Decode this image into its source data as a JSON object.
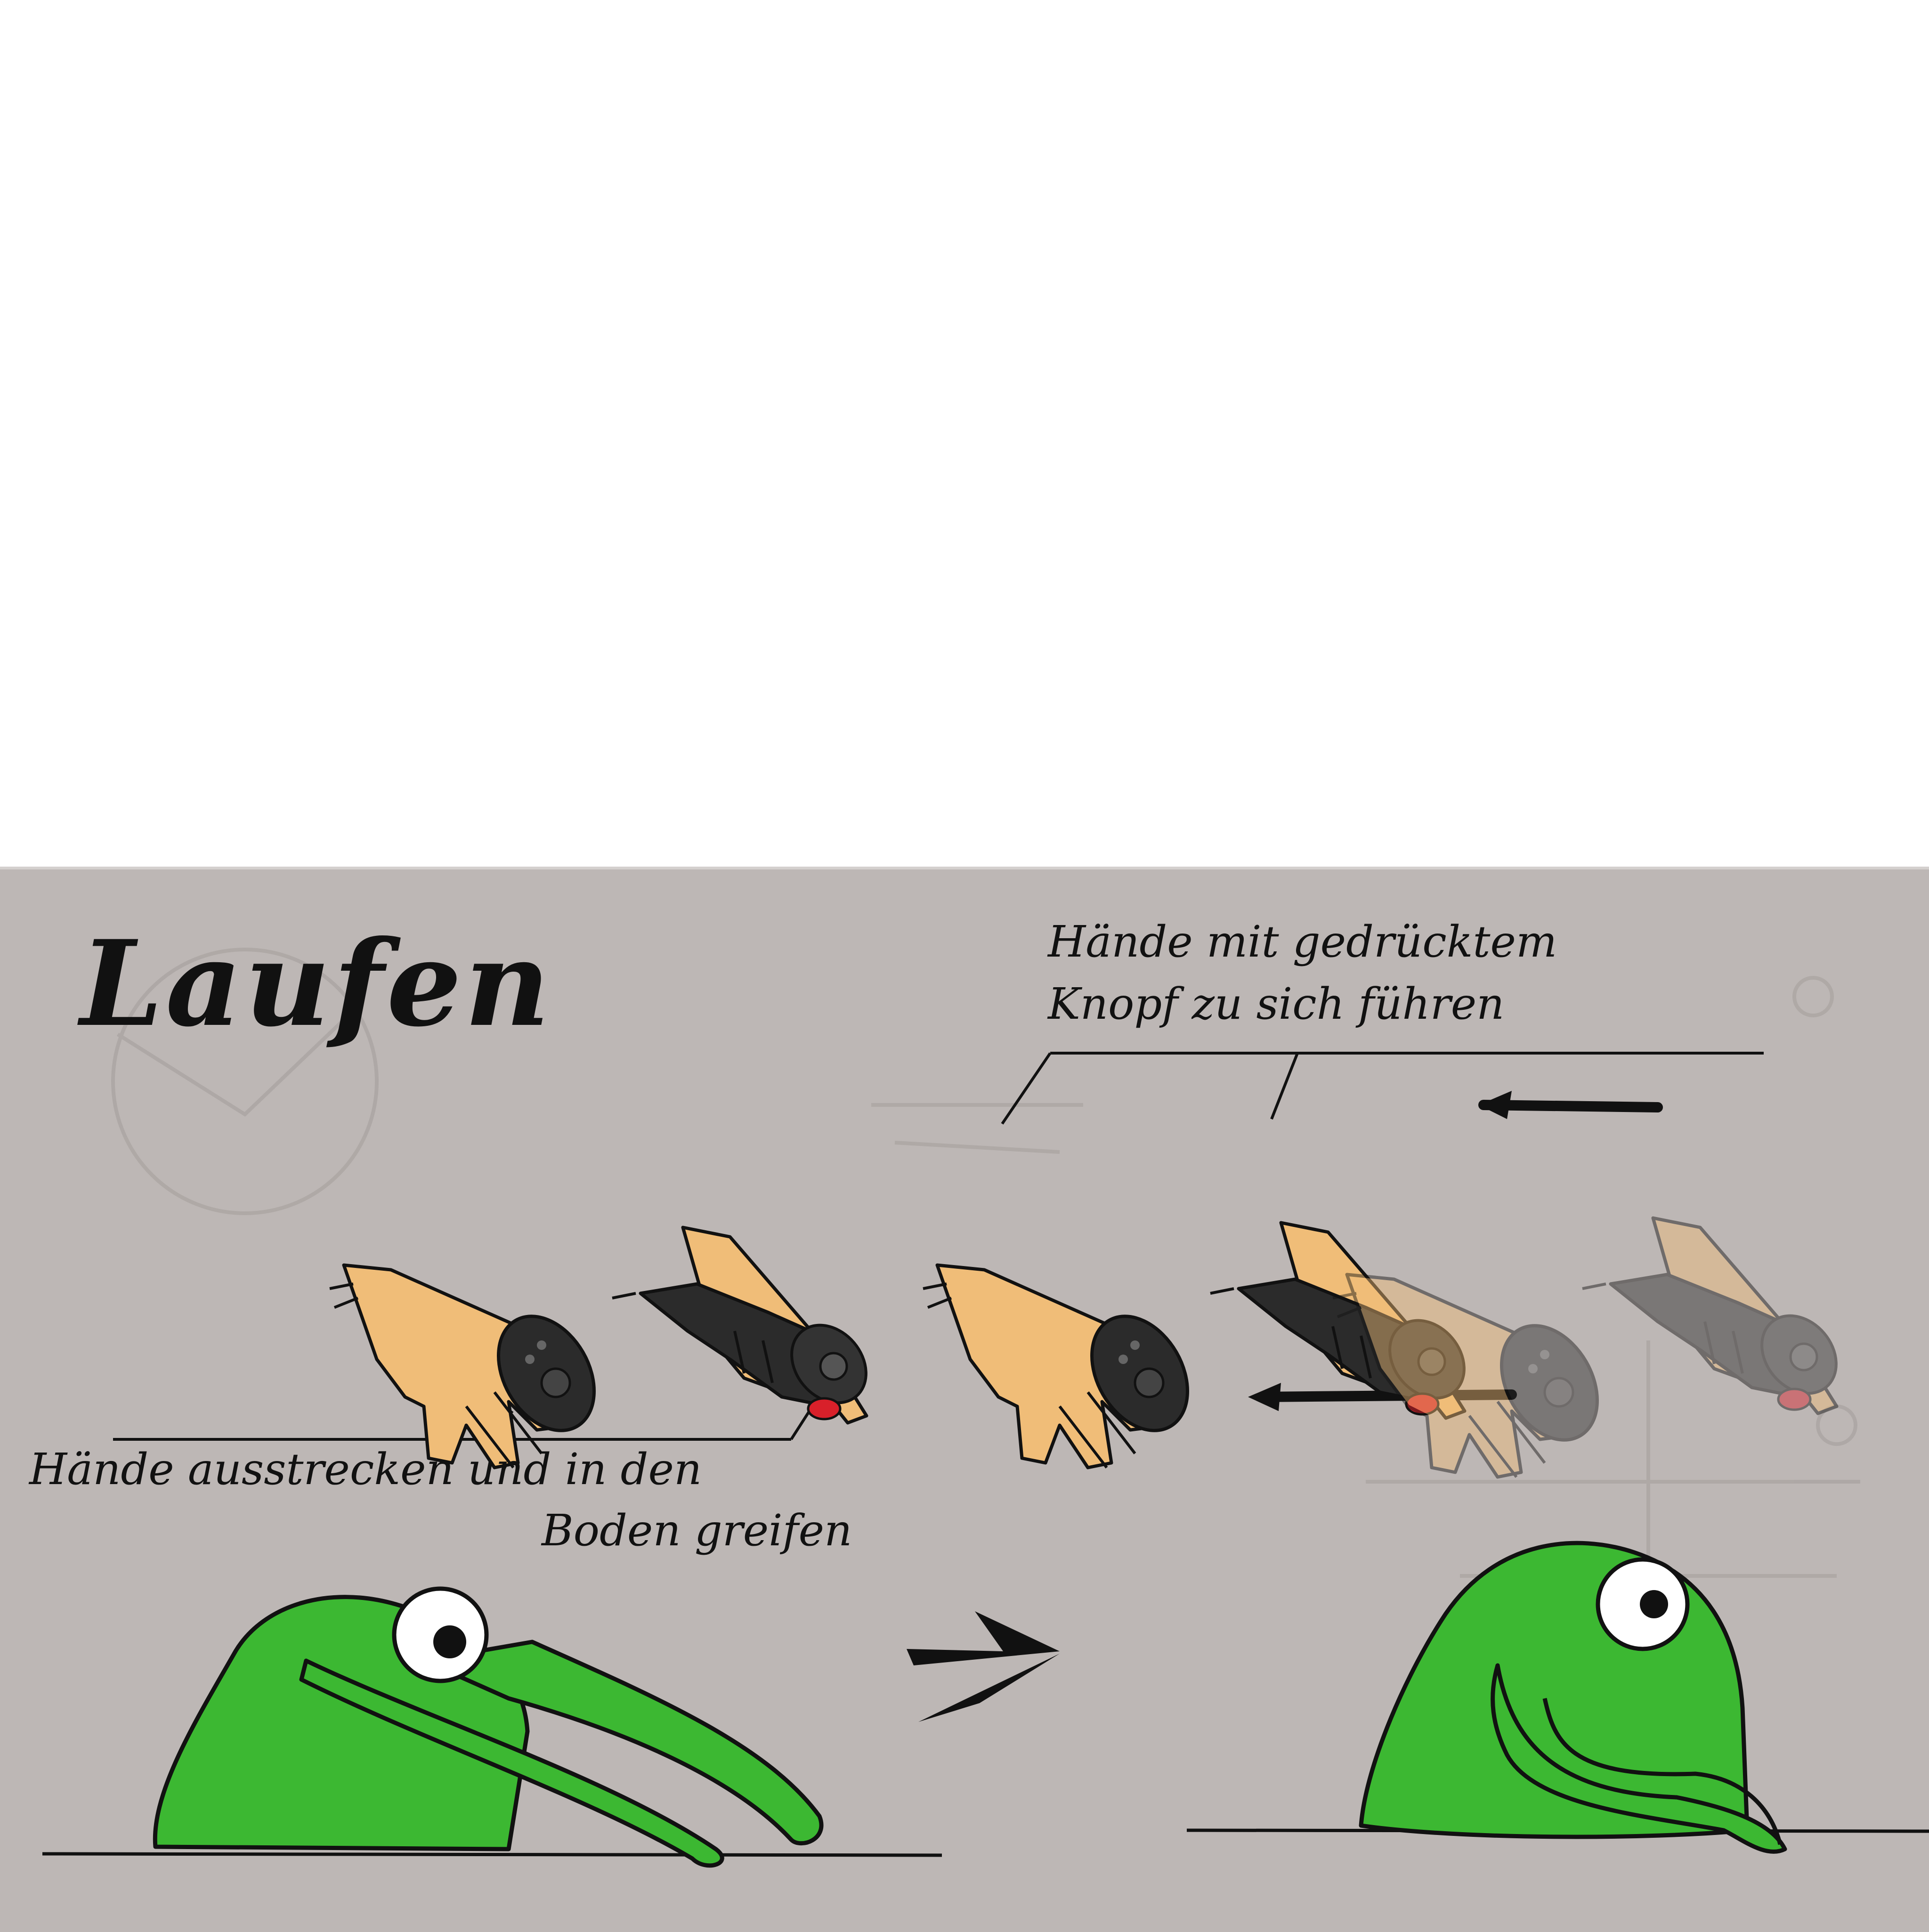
{
  "illustration": {
    "title": "Laufen",
    "instruction_top": {
      "line1": "Hände mit gedrücktem",
      "line2": "Knopf zu sich führen"
    },
    "instruction_bottom": {
      "line1": "Hände ausstrecken und in den",
      "line2": "Boden greifen"
    },
    "colors": {
      "background": "#bdb7b5",
      "creature": "#3cb832",
      "skin": "#f0bd78",
      "controller": "#2b2b2b",
      "trigger": "#d8202a",
      "ink": "#111111"
    },
    "icons": [
      "hand-open-controller-icon",
      "hand-gripping-controller-icon",
      "arrow-left-icon",
      "arrow-right-icon",
      "green-blob-creature"
    ]
  }
}
